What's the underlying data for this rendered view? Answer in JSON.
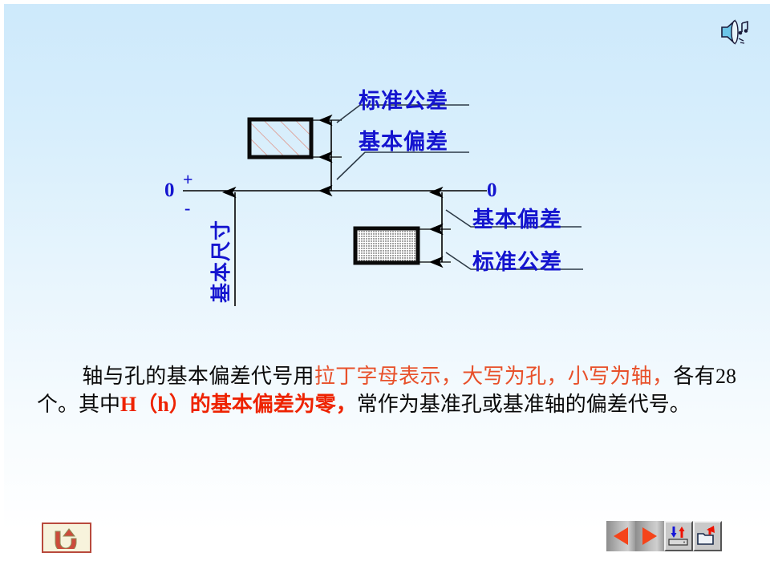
{
  "slide": {
    "background_top_color": "#cde9fb",
    "background_bottom_color": "#ffffff",
    "label_color": "#1414cf",
    "accent_red": "#e8502a",
    "accent_red_bold": "#ee2200"
  },
  "diagram": {
    "title_upper_tolerance": "标准公差",
    "title_upper_deviation": "基本偏差",
    "title_lower_deviation": "基本偏差",
    "title_lower_tolerance": "标准公差",
    "zero_left": "0",
    "zero_right": "0",
    "plus_sign": "+",
    "minus_sign": "-",
    "vertical_axis_label": "基本尺寸",
    "upper_box_fill": "hatched",
    "lower_box_fill": "dotted"
  },
  "paragraph": {
    "seg1": "轴与孔的基本偏差代号用",
    "seg2": "拉丁字母表示，大写为孔，小写为轴，",
    "seg3": "各有28个。其中",
    "seg4": "H（h）的基本偏差为零，",
    "seg5": "常作为基准孔或基准轴的偏差代号。"
  },
  "controls": {
    "return_button_label": "return-arrow",
    "prev_label": "previous-slide",
    "next_label": "next-slide",
    "save_label": "save-transfer",
    "open_label": "open-export",
    "speaker_label": "sound"
  }
}
